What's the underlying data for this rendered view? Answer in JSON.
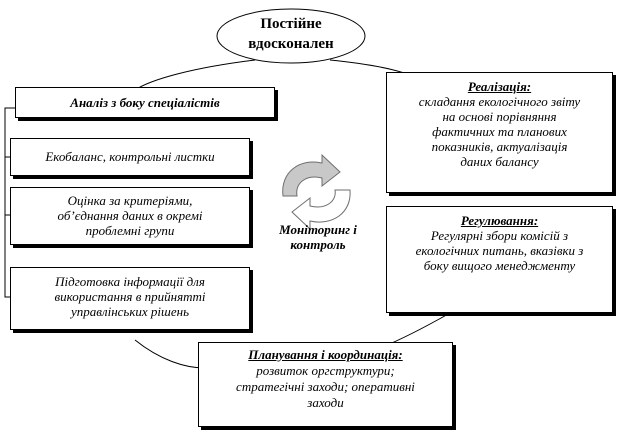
{
  "top": {
    "lines": [
      "Постійне",
      "вдосконален"
    ]
  },
  "analysis": {
    "title": "Аналіз з боку спеціалістів",
    "items": [
      {
        "lines": [
          "Екобаланс, контрольні листки"
        ]
      },
      {
        "lines": [
          "Оцінка за критеріями,",
          "об’єднання даних в окремі",
          "проблемні групи"
        ]
      },
      {
        "lines": [
          "Підготовка інформації для",
          "використання в прийнятті",
          "управлінських рішень"
        ]
      }
    ]
  },
  "center": {
    "lines": [
      "Моніторинг і",
      "контроль"
    ]
  },
  "realization": {
    "title": "Реалізація:",
    "lines": [
      "складання екологічного звіту",
      "на основі порівняння",
      "фактичних та планових",
      "показників, актуалізація",
      "даних балансу"
    ]
  },
  "regulation": {
    "title": "Регулювання:",
    "lines": [
      "Регулярні збори комісій з",
      "екологічних питань, вказівки з",
      "боку вищого менеджменту"
    ]
  },
  "planning": {
    "title": "Планування і координація:",
    "lines": [
      "розвиток оргструктури;",
      "стратегічні заходи; оперативні",
      "заходи"
    ]
  }
}
